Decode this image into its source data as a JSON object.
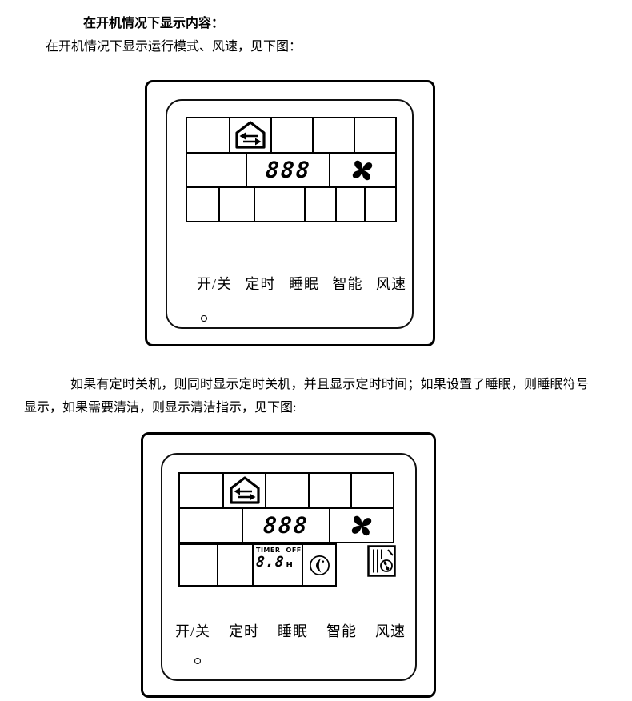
{
  "document": {
    "heading": "在开机情况下显示内容：",
    "intro": "在开机情况下显示运行模式、风速，见下图：",
    "paragraph": "如果有定时关机，则同时显示定时关机，并且显示定时时间；如果设置了睡眠，则睡眠符号显示，如果需要清洁，则显示清洁指示，见下图:"
  },
  "panel_on": {
    "lcd_value": "888",
    "buttons": [
      "开/关",
      "定时",
      "睡眠",
      "智能",
      "风速"
    ]
  },
  "panel_timer_sleep_clean": {
    "lcd_value": "888",
    "timer": {
      "label": "TIMER",
      "state": "OFF",
      "value": "8.8",
      "unit": "H"
    },
    "buttons": [
      "开/关",
      "定时",
      "睡眠",
      "智能",
      "风速"
    ]
  },
  "icons": {
    "mode": "house-ventilation-icon",
    "fan": "fan-icon",
    "sleep": "moon-sleep-icon",
    "clean": "clean-filter-icon",
    "indicator": "power-led"
  },
  "colors": {
    "ink": "#000000",
    "paper": "#ffffff"
  }
}
